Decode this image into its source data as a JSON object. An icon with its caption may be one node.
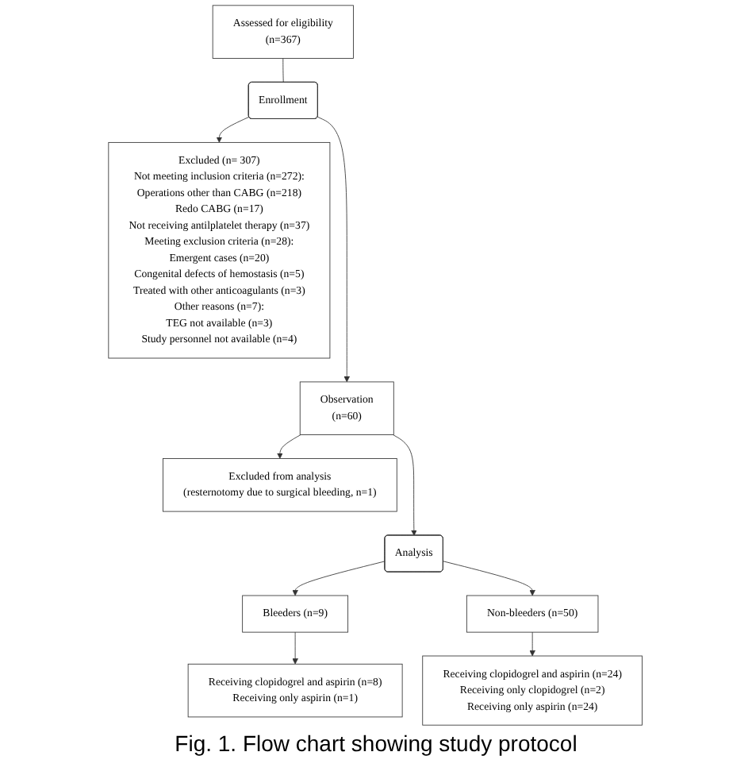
{
  "diagram": {
    "caption": "Fig. 1. Flow chart showing study protocol",
    "nodes": [
      {
        "text": [
          "Assessed for eligibility",
          "(n=367)"
        ]
      },
      {
        "text": [
          "Enrollment"
        ]
      },
      {
        "text": [
          "Excluded (n= 307)",
          "Not meeting inclusion criteria (n=272):",
          "Operations other than CABG (n=218)",
          "Redo CABG (n=17)",
          "Not receiving antilplatelet therapy (n=37)",
          "Meeting exclusion criteria (n=28):",
          "Emergent cases (n=20)",
          "Congenital defects of hemostasis (n=5)",
          "Treated with other anticoagulants (n=3)",
          "Other reasons (n=7):",
          "TEG not available (n=3)",
          "Study personnel not available (n=4)"
        ]
      },
      {
        "text": [
          "Observation",
          "(n=60)"
        ]
      },
      {
        "text": [
          "Excluded from analysis",
          "(resternotomy due to surgical bleeding, n=1)"
        ]
      },
      {
        "text": [
          "Analysis"
        ]
      },
      {
        "text": [
          "Bleeders (n=9)"
        ]
      },
      {
        "text": [
          "Non-bleeders (n=50)"
        ]
      },
      {
        "text": [
          "Receiving clopidogrel and aspirin (n=8)",
          "Receiving only aspirin (n=1)"
        ]
      },
      {
        "text": [
          "Receiving clopidogrel and aspirin (n=24)",
          "Receiving only clopidogrel (n=2)",
          "Receiving only aspirin (n=24)"
        ]
      }
    ],
    "edges": [
      {
        "from": 0,
        "to": 1,
        "arrow": "none"
      },
      {
        "from": 1,
        "to": 3,
        "arrow": "to"
      },
      {
        "from": 1,
        "to": 2,
        "arrow": "to"
      },
      {
        "from": 3,
        "to": 4,
        "arrow": "to"
      },
      {
        "from": 3,
        "to": 5,
        "arrow": "to"
      },
      {
        "from": 5,
        "to": 6,
        "arrow": "to"
      },
      {
        "from": 5,
        "to": 7,
        "arrow": "to"
      },
      {
        "from": 6,
        "to": 8,
        "arrow": "to"
      },
      {
        "from": 7,
        "to": 9,
        "arrow": "to"
      }
    ]
  }
}
